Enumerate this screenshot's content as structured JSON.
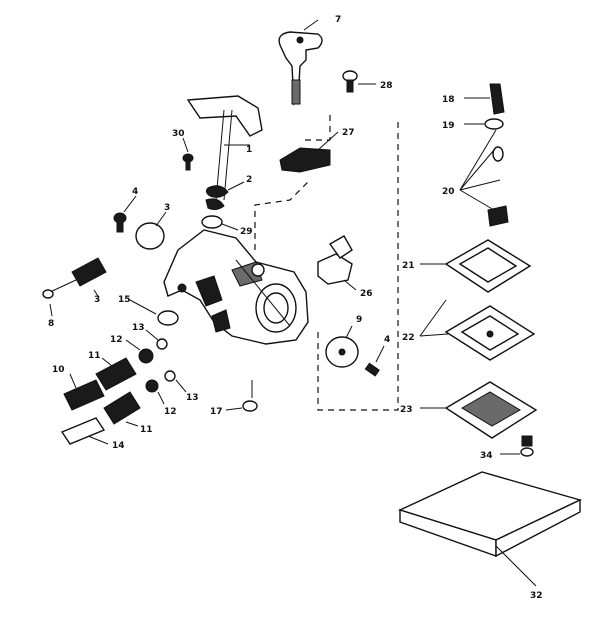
{
  "labels": {
    "l1": "1",
    "l2": "2",
    "l3a": "3",
    "l3b": "3",
    "l4a": "4",
    "l4b": "4",
    "l7": "7",
    "l8": "8",
    "l9": "9",
    "l10": "10",
    "l11a": "11",
    "l11b": "11",
    "l12a": "12",
    "l12b": "12",
    "l13a": "13",
    "l13b": "13",
    "l14": "14",
    "l15": "15",
    "l17": "17",
    "l18": "18",
    "l19": "19",
    "l20": "20",
    "l21": "21",
    "l22": "22",
    "l23": "23",
    "l26": "26",
    "l27": "27",
    "l28": "28",
    "l29": "29",
    "l30": "30",
    "l32": "32",
    "l34": "34"
  }
}
